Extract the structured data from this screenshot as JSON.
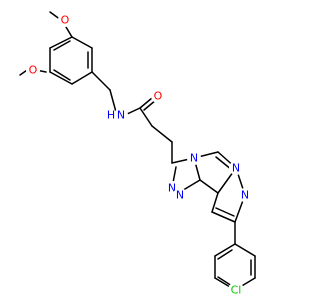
{
  "molecule": {
    "atoms": [
      {
        "id": "O1",
        "label": "O",
        "color": "#ff0000"
      },
      {
        "id": "O2",
        "label": "O",
        "color": "#ff0000"
      },
      {
        "id": "N_amide",
        "label": "N",
        "color": "#0000ff"
      },
      {
        "id": "H_amide",
        "label": "H",
        "color": "#0000ff"
      },
      {
        "id": "O_carbonyl",
        "label": "O",
        "color": "#ff0000"
      },
      {
        "id": "N_tri1",
        "label": "N",
        "color": "#0000ff"
      },
      {
        "id": "N_tri2",
        "label": "N",
        "color": "#0000ff"
      },
      {
        "id": "N_tri3",
        "label": "N",
        "color": "#0000ff"
      },
      {
        "id": "N_pyr1",
        "label": "N",
        "color": "#0000ff"
      },
      {
        "id": "N_pyr2",
        "label": "N",
        "color": "#0000ff"
      },
      {
        "id": "Cl",
        "label": "Cl",
        "color": "#00cc00"
      }
    ]
  }
}
